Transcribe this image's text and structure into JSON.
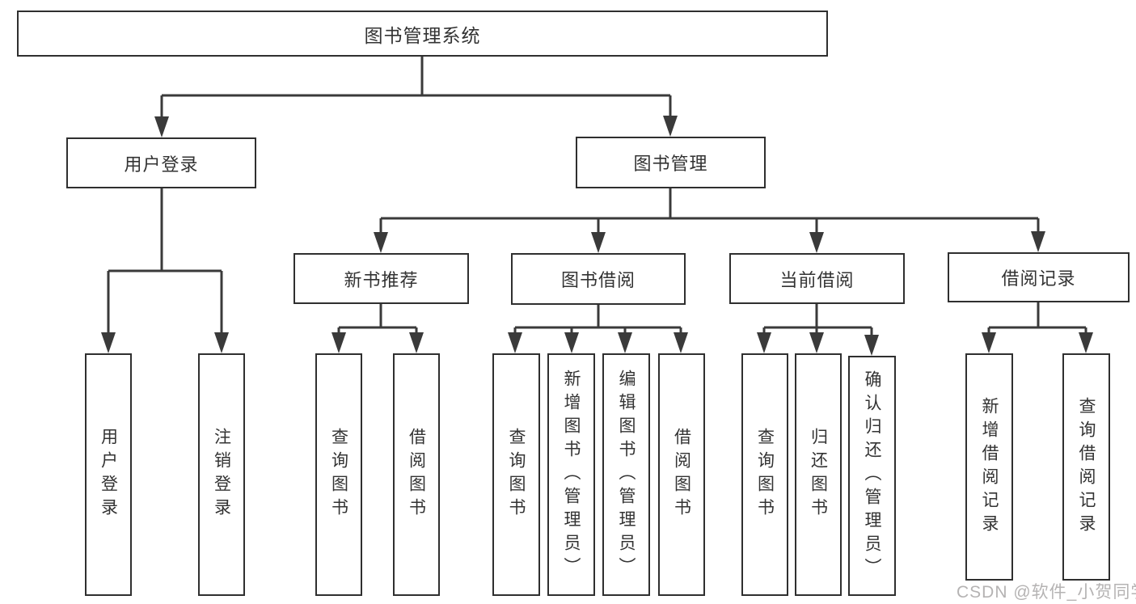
{
  "title": "图书管理系统",
  "colors": {
    "line": "#3a3a3a",
    "box_border": "#2f2f2f",
    "text": "#333333",
    "watermark": "#b5b3b3"
  },
  "tree": {
    "label": "图书管理系统",
    "children": [
      {
        "label": "用户登录",
        "children": [
          {
            "label": "用户登录"
          },
          {
            "label": "注销登录"
          }
        ]
      },
      {
        "label": "图书管理",
        "children": [
          {
            "label": "新书推荐",
            "children": [
              {
                "label": "查询图书"
              },
              {
                "label": "借阅图书"
              }
            ]
          },
          {
            "label": "图书借阅",
            "children": [
              {
                "label": "查询图书"
              },
              {
                "label": "新增图书（管理员）"
              },
              {
                "label": "编辑图书（管理员）"
              },
              {
                "label": "借阅图书"
              }
            ]
          },
          {
            "label": "当前借阅",
            "children": [
              {
                "label": "查询图书"
              },
              {
                "label": "归还图书"
              },
              {
                "label": "确认归还（管理员）"
              }
            ]
          },
          {
            "label": "借阅记录",
            "children": [
              {
                "label": "新增借阅记录"
              },
              {
                "label": "查询借阅记录"
              }
            ]
          }
        ]
      }
    ]
  },
  "watermark": {
    "text": "CSDN @软件_小贺同学"
  }
}
